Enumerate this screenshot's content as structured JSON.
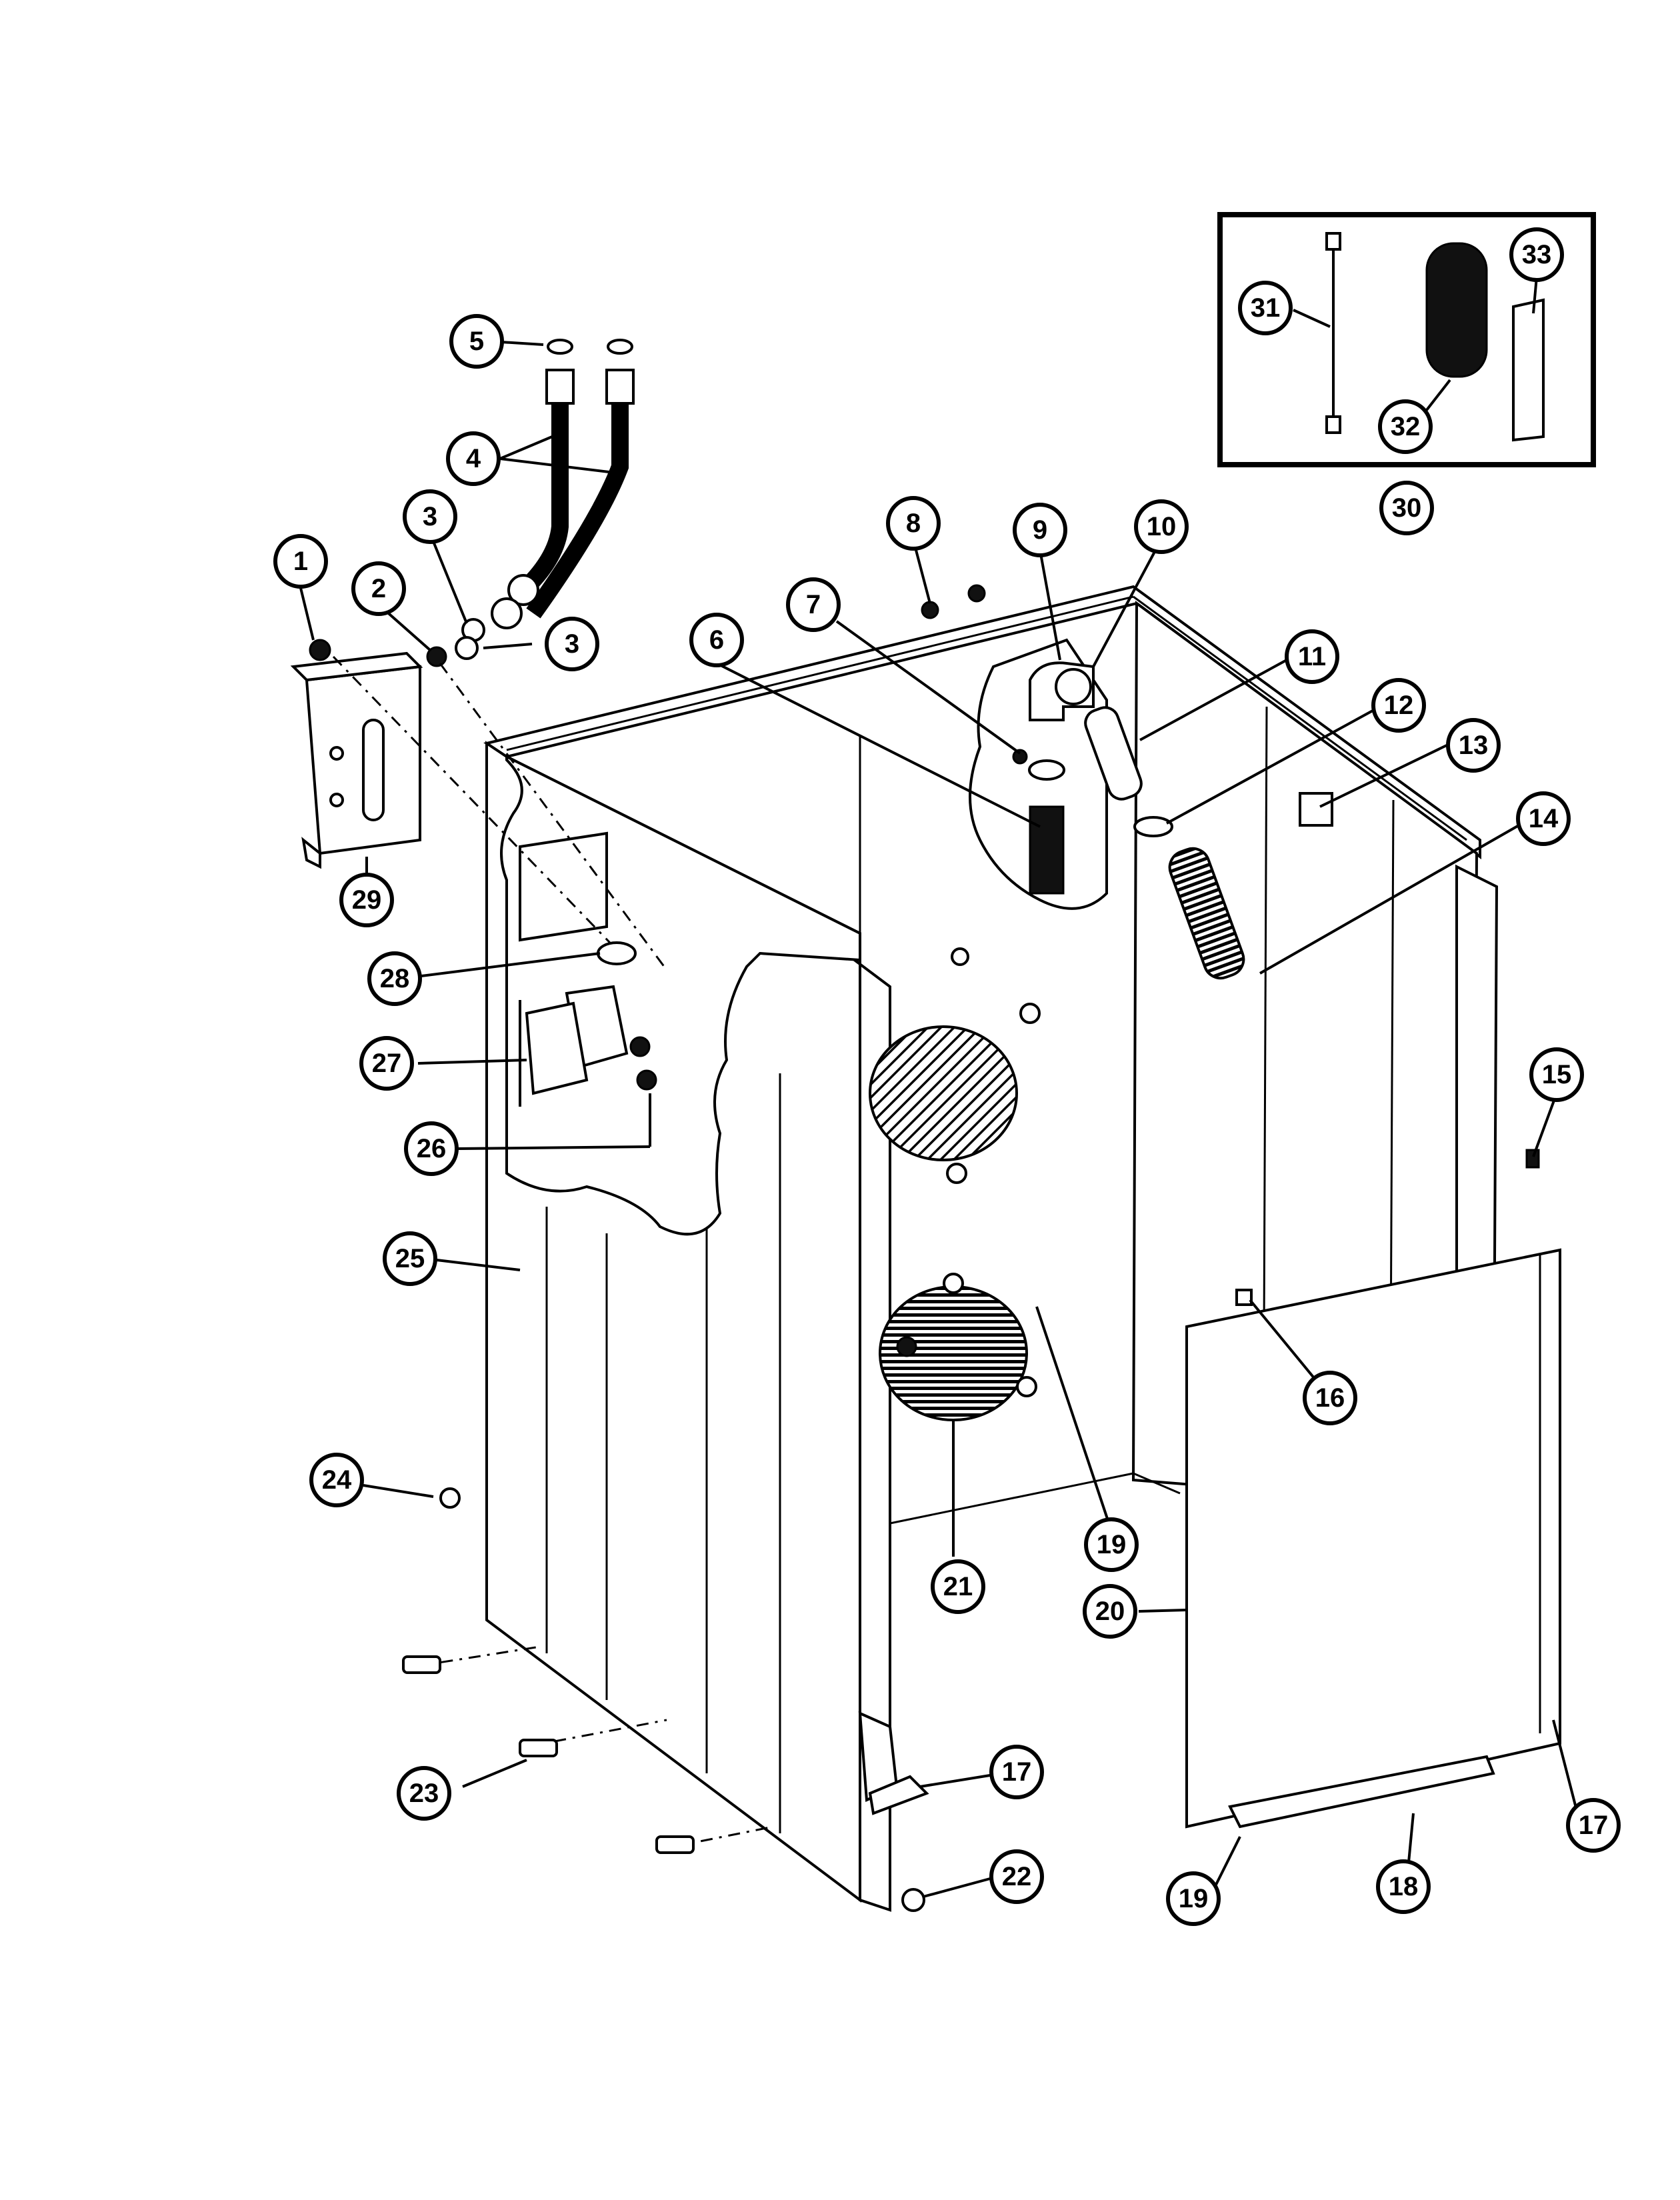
{
  "callouts": {
    "c1": "1",
    "c2": "2",
    "c3a": "3",
    "c3b": "3",
    "c4": "4",
    "c5": "5",
    "c6": "6",
    "c7": "7",
    "c8": "8",
    "c9": "9",
    "c10": "10",
    "c11": "11",
    "c12": "12",
    "c13": "13",
    "c14": "14",
    "c15": "15",
    "c16": "16",
    "c17a": "17",
    "c17b": "17",
    "c18": "18",
    "c19a": "19",
    "c19b": "19",
    "c20": "20",
    "c21": "21",
    "c22": "22",
    "c23": "23",
    "c24": "24",
    "c25": "25",
    "c26": "26",
    "c27": "27",
    "c28": "28",
    "c29": "29",
    "c30": "30",
    "c31": "31",
    "c32": "32",
    "c33": "33"
  },
  "colors": {
    "line": "#000000",
    "background": "#ffffff"
  }
}
